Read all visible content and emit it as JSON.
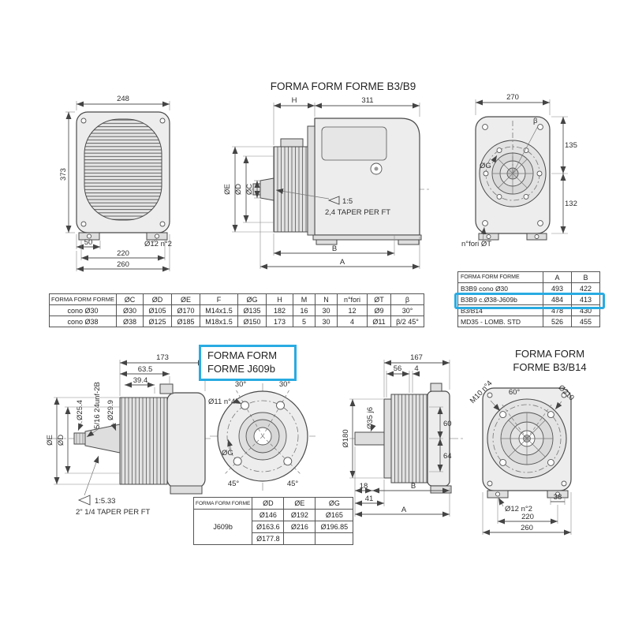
{
  "colors": {
    "highlight": "#29abe2",
    "line": "#4a4a4a",
    "text": "#2e2e2e"
  },
  "titles": {
    "b3b9": "FORMA FORM FORME B3/B9",
    "j609b_line1": "FORMA FORM",
    "j609b_line2": "FORME J609b",
    "b3b14_line1": "FORMA FORM",
    "b3b14_line2": "FORME B3/B14"
  },
  "front_view": {
    "w248": "248",
    "h373": "373",
    "d50": "50",
    "d220": "220",
    "d260": "260",
    "holes": "Ø12 n°2"
  },
  "side_view": {
    "h": "H",
    "d311": "311",
    "de": "ØE",
    "dd": "ØD",
    "dc": "ØC",
    "taper": "1:5",
    "taper_note": "2,4 TAPER PER FT",
    "b": "B",
    "a": "A"
  },
  "rear_view": {
    "d270": "270",
    "beta": "β",
    "dg": "ØG",
    "d135": "135",
    "d132": "132",
    "holes": "n°fori ØT"
  },
  "spec_table": {
    "headers": [
      "FORMA FORM FORME",
      "ØC",
      "ØD",
      "ØE",
      "F",
      "ØG",
      "H",
      "M",
      "N",
      "n°fori",
      "ØT",
      "β"
    ],
    "rows": [
      [
        "cono Ø30",
        "Ø30",
        "Ø105",
        "Ø170",
        "M14x1.5",
        "Ø135",
        "182",
        "16",
        "30",
        "12",
        "Ø9",
        "30°"
      ],
      [
        "cono Ø38",
        "Ø38",
        "Ø125",
        "Ø185",
        "M18x1.5",
        "Ø150",
        "173",
        "5",
        "30",
        "4",
        "Ø11",
        "β/2 45°"
      ]
    ]
  },
  "ab_table": {
    "h_label": "FORMA FORM FORME",
    "h_a": "A",
    "h_b": "B",
    "rows": [
      {
        "label": "B3B9 cono Ø30",
        "a": "493",
        "b": "422"
      },
      {
        "label": "B3B9 c.Ø38-J609b",
        "a": "484",
        "b": "413"
      },
      {
        "label": "B3/B14",
        "a": "478",
        "b": "430"
      },
      {
        "label": "MD35 - LOMB. STD",
        "a": "526",
        "b": "455"
      }
    ]
  },
  "j609b_side": {
    "d173": "173",
    "d63_5": "63.5",
    "d39_4": "39.4",
    "d25_4": "Ø25.4",
    "thread": "5/16 24unf-2B",
    "d29_9": "Ø29.9",
    "de": "ØE",
    "dd": "ØD",
    "taper": "1:5.33",
    "taper_note": "2\" 1/4 TAPER PER FT"
  },
  "j609b_flange": {
    "a30l": "30°",
    "a30r": "30°",
    "holes": "Ø11 n°4",
    "dg": "ØG",
    "a45l": "45°",
    "a45r": "45°"
  },
  "j609b_table": {
    "h_label": "FORMA FORM FORME",
    "h_d": "ØD",
    "h_e": "ØE",
    "h_g": "ØG",
    "row_label": "J609b",
    "d": [
      "Ø146",
      "Ø163.6",
      "Ø177.8"
    ],
    "e": [
      "Ø192",
      "Ø216",
      ""
    ],
    "g": [
      "Ø165",
      "Ø196.85",
      ""
    ]
  },
  "b14_side": {
    "d167": "167",
    "d56": "56",
    "d4": "4",
    "d60": "60",
    "d64": "64",
    "d180": "Ø180",
    "d35": "Ø35 j6",
    "d18": "18",
    "d41": "41",
    "b": "B",
    "a": "A"
  },
  "b14_rear": {
    "thread": "M10 n°4",
    "a60": "60°",
    "d210": "Ø210",
    "holes": "Ø12 n°2",
    "d38": "38",
    "d220": "220",
    "d260": "260"
  }
}
